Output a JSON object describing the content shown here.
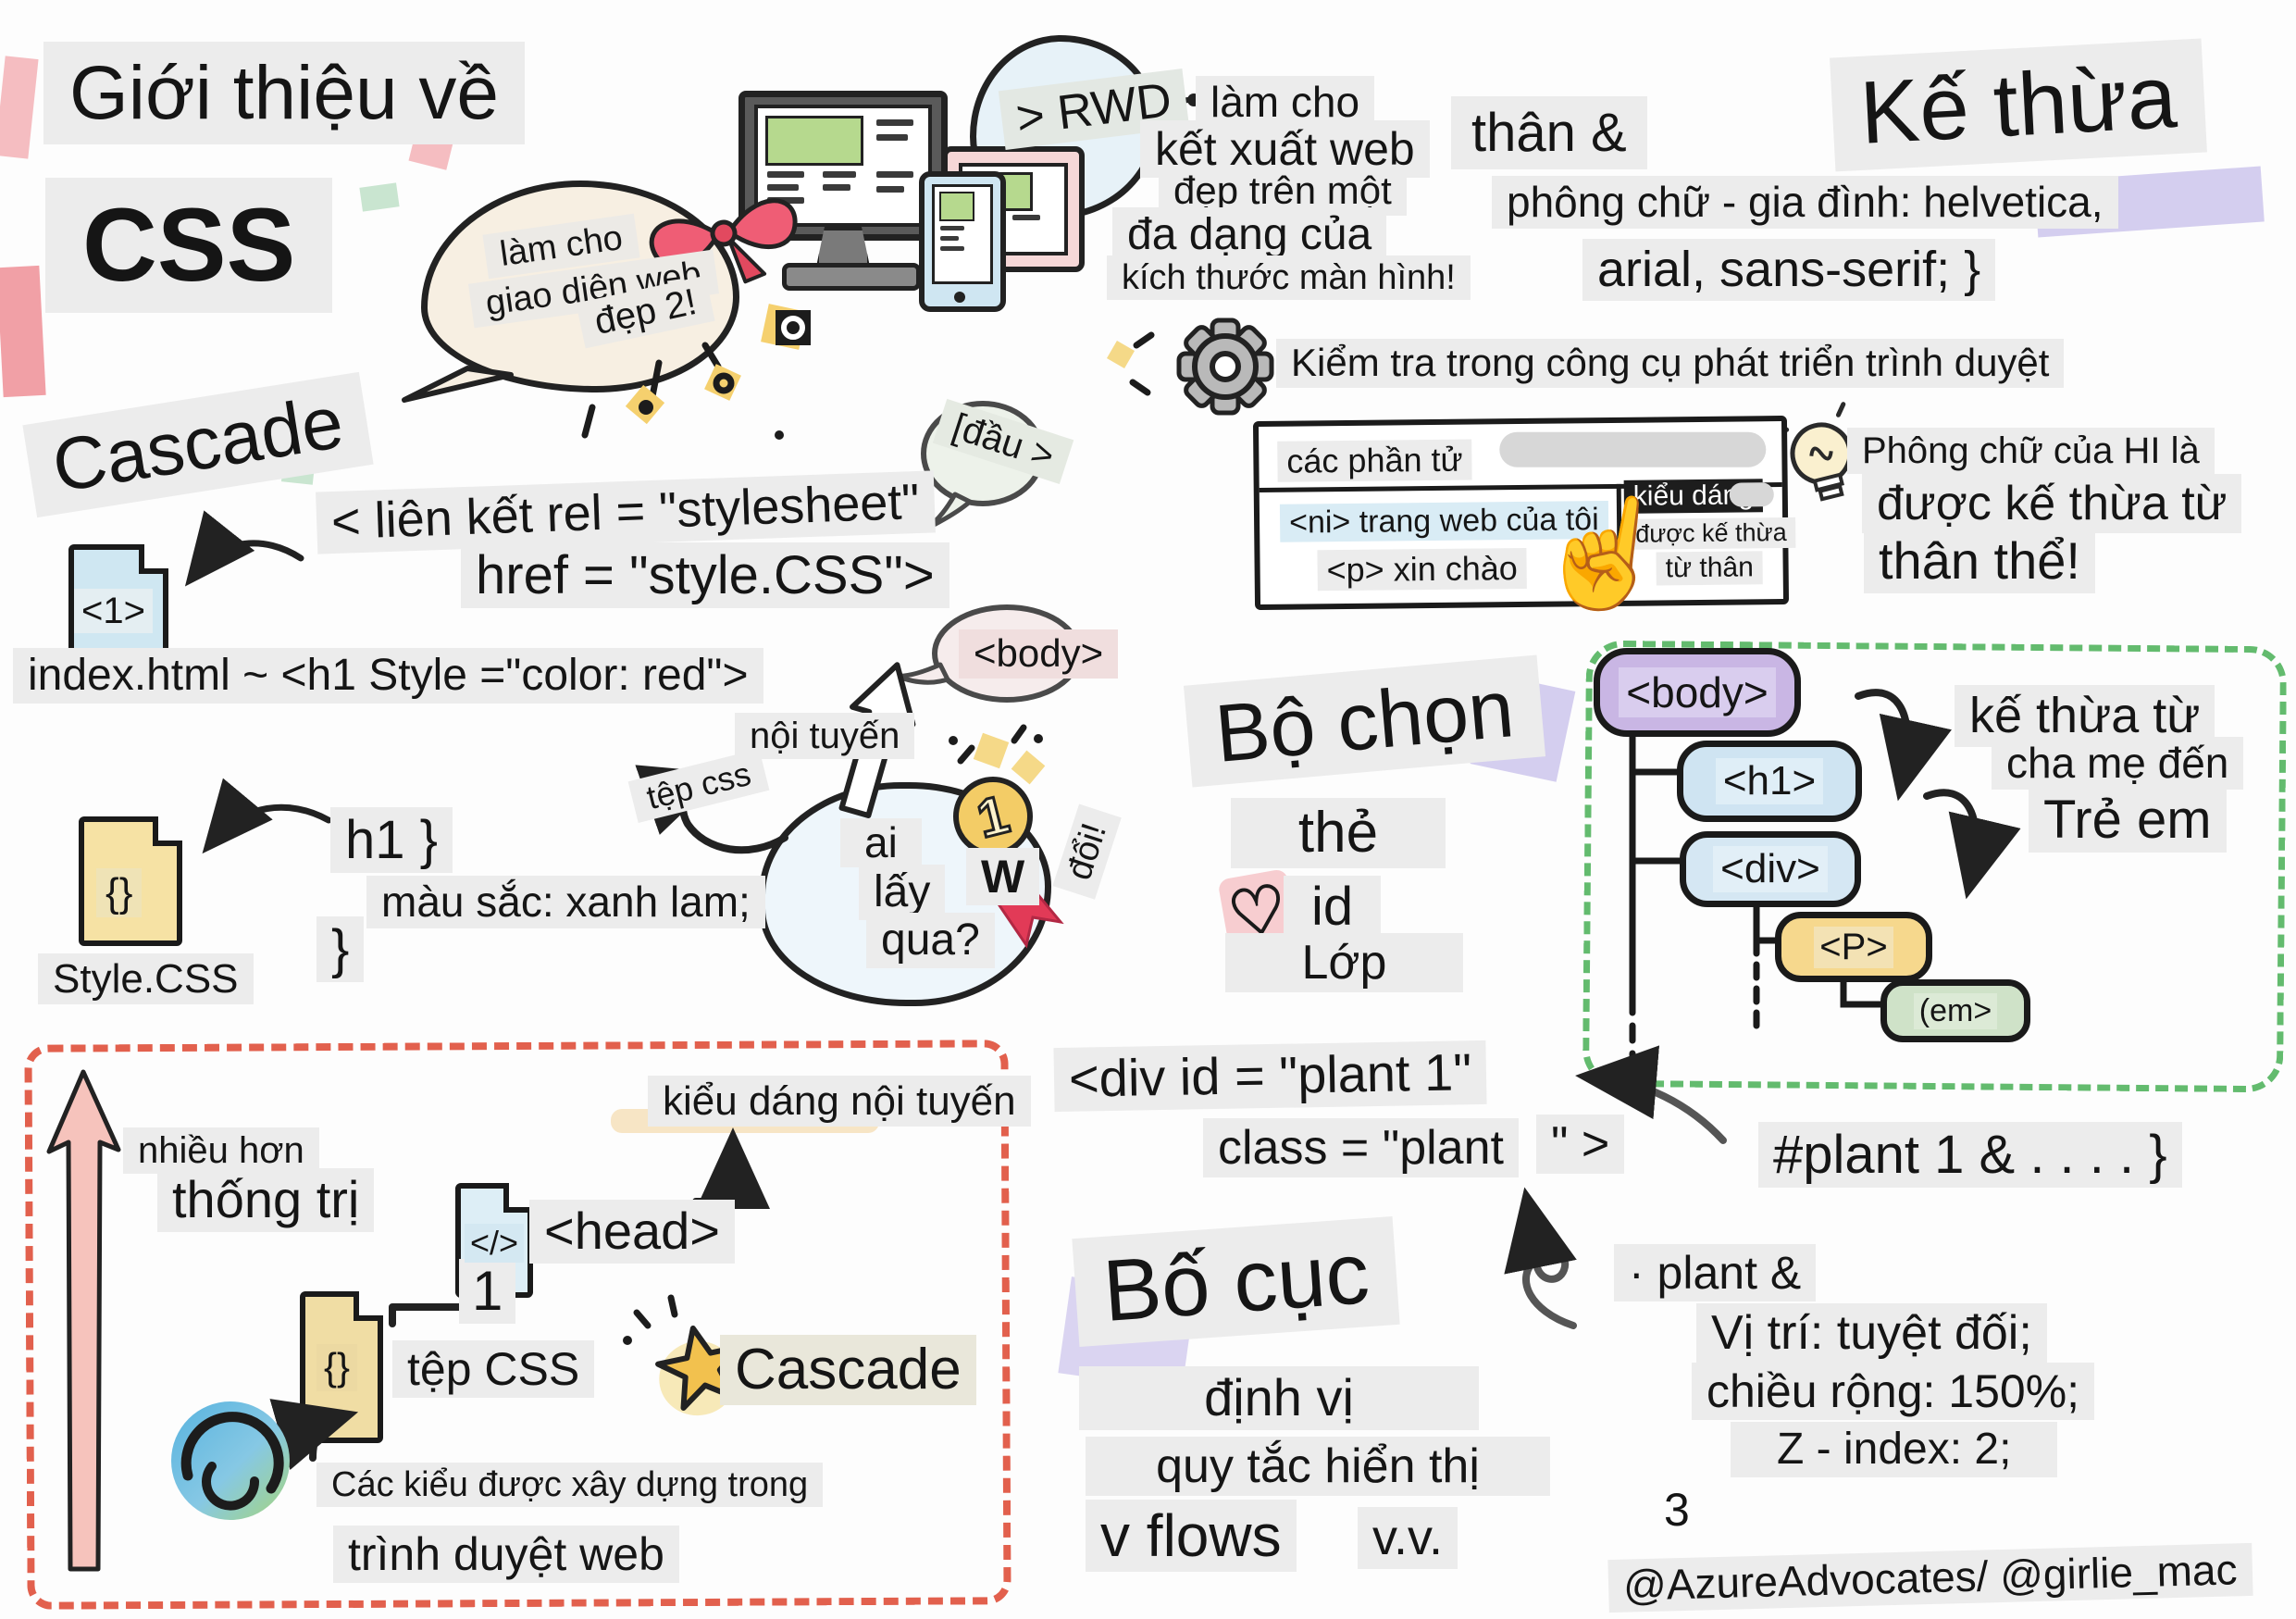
{
  "palette": {
    "label_bg": "#ececec",
    "red_dash": "#e2604d",
    "green_dash": "#63bb6e",
    "node_body": "#c9b6e4",
    "node_blue": "#cfe4f2",
    "node_yellow": "#f6d88d",
    "node_green": "#cfe2c8",
    "pink_tape": "#f3b2b6",
    "lavender_tape": "#ccc5ec",
    "bow_red": "#ef5d75",
    "medal_gold": "#f3cc66",
    "cloud_tan": "#f7efe2",
    "cloud_blue": "#e7f2f8"
  },
  "header": {
    "title_line1": "Giới thiệu về",
    "title_line2": "CSS"
  },
  "intro_cloud": {
    "line1": "làm cho",
    "line2": "giao diện web",
    "line3": "đẹp 2!"
  },
  "rwd": {
    "bubble": "> RWD",
    "note_line1": "làm cho",
    "note_line2": "kết xuất web",
    "note_line3": "đẹp trên một",
    "note_line4": "đa dạng của",
    "note_line5": "kích thước màn hình!"
  },
  "inheritance": {
    "title": "Kế thừa",
    "body_label": "thân &",
    "font_line1": "phông chữ - gia đình: helvetica,",
    "font_line2": "arial, sans-serif; }",
    "tip_line1": "Phông chữ của HI là",
    "tip_line2": "được kế thừa từ",
    "tip_line3": "thân thể!",
    "tree": {
      "nodes": [
        {
          "label": "<body>"
        },
        {
          "label": "<h1>"
        },
        {
          "label": "<div>"
        },
        {
          "label": "<P>"
        },
        {
          "label": "(em>"
        }
      ],
      "note_line1": "kế thừa từ",
      "note_line2": "cha mẹ đến",
      "note_line3": "Trẻ em"
    }
  },
  "devtools": {
    "note": "Kiểm tra trong công cụ phát triển trình duyệt",
    "tab": "các phần tử",
    "dom_line1": "<ni> trang web của tôi",
    "dom_line2": "<p> xin chào",
    "styles_tab": "kiểu dáng",
    "inherited_line1": "được kế thừa",
    "inherited_line2": "từ thân"
  },
  "cascade": {
    "title": "Cascade",
    "link_line1": "< liên kết rel = \"stylesheet\"",
    "link_line2": "href = \"style.CSS\">",
    "html_file_badge": "<1>",
    "index_line": "index.html ~ <h1 Style =\"color: red\">",
    "head_bubble": "[đầu >",
    "body_bubble": "<body>",
    "css_file_badge": "{}",
    "css_file_name": "Style.CSS",
    "rule_line1": "h1 }",
    "rule_line2": "màu sắc: xanh lam;",
    "rule_line3": "}",
    "inline_label": "nội tuyến",
    "css_file_label": "tệp css",
    "balloon_line1": "ai",
    "balloon_line2": "lấy",
    "balloon_line3": "qua?",
    "medal_number": "1",
    "medal_w": "W",
    "red_label": "đổi!"
  },
  "selectors": {
    "title": "Bộ chọn",
    "item1": "thẻ",
    "item2": "id",
    "item3": "Lớp"
  },
  "plant": {
    "div_line1": "<div id = \"plant 1\"",
    "div_line2": "class = \"plant",
    "div_line2_end": "\" >",
    "id_rule": "#plant 1 & . . . . }",
    "class_header": "· plant &",
    "rule1": "Vị trí: tuyệt đối;",
    "rule2": "chiều rộng: 150%;",
    "rule3": "Z - index: 2;",
    "closing": "3"
  },
  "layout": {
    "title": "Bố cục",
    "item1": "định vị",
    "item2": "quy tắc hiển thị",
    "item3": "v flows",
    "item4": "v.v."
  },
  "specificity": {
    "more": "nhiều hơn",
    "dominant": "thống trị",
    "head_label": "<head>",
    "head_file_badge": "</>",
    "inline_style": "kiểu dáng nội tuyến",
    "rank1": "1",
    "css_file_badge": "{}",
    "css_file_label": "tệp CSS",
    "cascade_label": "Cascade",
    "browser_line1": "Các kiểu được xây dựng trong",
    "browser_line2": "trình duyệt web"
  },
  "icons": {
    "hand": "☝",
    "heart": "♡"
  },
  "footer": {
    "credit": "@AzureAdvocates/ @girlie_mac"
  }
}
